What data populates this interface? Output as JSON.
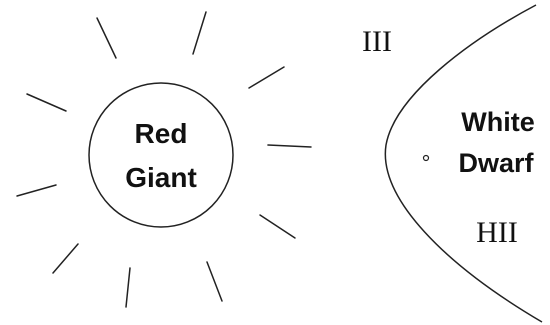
{
  "diagram": {
    "red_giant": {
      "label_line1": "Red",
      "label_line2": "Giant"
    },
    "white_dwarf": {
      "label_line1": "White",
      "label_line2": "Dwarf"
    },
    "region_neutral": {
      "label": "III"
    },
    "region_ionized": {
      "label": "HII"
    },
    "colors": {
      "ink": "#222222",
      "background": "#ffffff"
    }
  }
}
